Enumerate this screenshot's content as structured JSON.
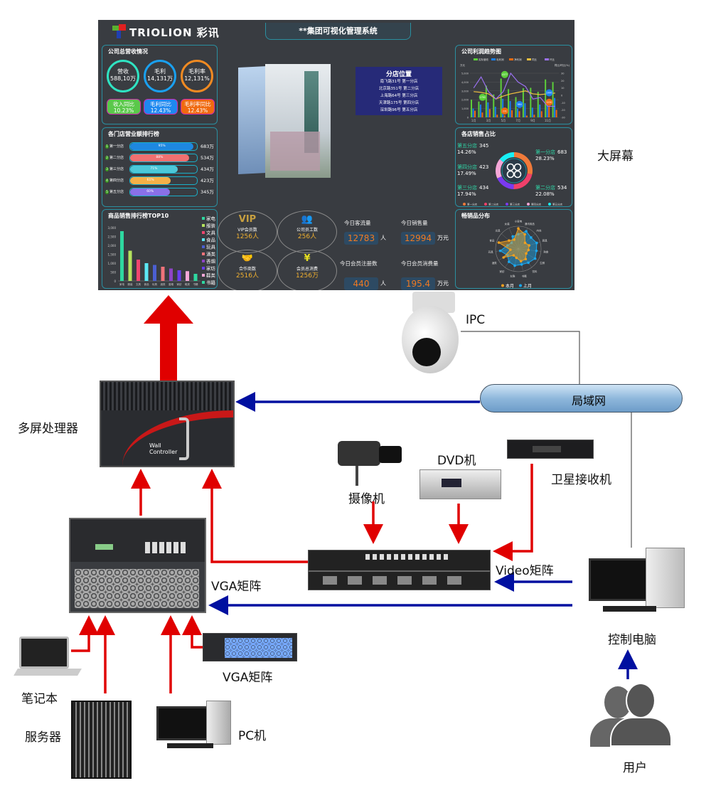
{
  "dashboard": {
    "brand": "TRIOLION 彩讯",
    "title": "**集团可视化管理系统",
    "revenue_panel": {
      "title": "公司总营收情况",
      "rings": [
        {
          "label": "营收",
          "value": "588,10万",
          "color": "#2fe3c2"
        },
        {
          "label": "毛利",
          "value": "14,131万",
          "color": "#1aa0f0"
        },
        {
          "label": "毛利率",
          "value": "12,131%",
          "color": "#f08a22"
        }
      ],
      "chips": [
        {
          "label": "收入同比",
          "value": "10.23%",
          "color": "#5ac84a"
        },
        {
          "label": "毛利同比",
          "value": "12.43%",
          "color": "#1e88f0"
        },
        {
          "label": "毛利率同比",
          "value": "12.43%",
          "color": "#f06a10"
        }
      ]
    },
    "store_rank": {
      "title": "各门店营业额排行榜",
      "rows": [
        {
          "no": "1",
          "store": "第一分店",
          "pct": 95,
          "pct_label": "95%",
          "value": "683万",
          "color": "#1e88e0"
        },
        {
          "no": "2",
          "store": "第二分店",
          "pct": 88,
          "pct_label": "88%",
          "value": "534万",
          "color": "#f07070"
        },
        {
          "no": "3",
          "store": "第三分店",
          "pct": 71,
          "pct_label": "71%",
          "value": "434万",
          "color": "#4cc8d8"
        },
        {
          "no": "4",
          "store": "第四分店",
          "pct": 61,
          "pct_label": "61%",
          "value": "423万",
          "color": "#f5b048"
        },
        {
          "no": "5",
          "store": "第五分店",
          "pct": 60,
          "pct_label": "60%",
          "value": "345万",
          "color": "#8a70e8"
        }
      ]
    },
    "top10": {
      "title": "商品销售排行榜TOP10",
      "yticks": [
        "3,000",
        "2,500",
        "2,000",
        "1,500",
        "1,000",
        "500",
        "0"
      ],
      "items": [
        {
          "name": "家电",
          "value": 2800,
          "color": "#2ed8a0"
        },
        {
          "name": "服装",
          "value": 1700,
          "color": "#b5e35d"
        },
        {
          "name": "文具",
          "value": 1200,
          "color": "#f0456e"
        },
        {
          "name": "食品",
          "value": 1000,
          "color": "#5ce8f5"
        },
        {
          "name": "玩具",
          "value": 900,
          "color": "#4b5fd1"
        },
        {
          "name": "酒类",
          "value": 800,
          "color": "#f0737a"
        },
        {
          "name": "香烟",
          "value": 700,
          "color": "#8e44c5"
        },
        {
          "name": "家纺",
          "value": 600,
          "color": "#6a3ef0"
        },
        {
          "name": "鞋类",
          "value": 550,
          "color": "#f5a7d8"
        },
        {
          "name": "书籍",
          "value": 400,
          "color": "#2ed8a0"
        }
      ]
    },
    "branches": {
      "title": "分店位置",
      "lines": [
        "南飞路31号 第一分店",
        "北京路351号 第二分店",
        "上海路64号 第三分店",
        "天津路175号 第四分店",
        "深圳路96号 第五分店"
      ]
    },
    "members": [
      {
        "label": "VIP会员数",
        "value": "1256人",
        "icon": "vip-icon"
      },
      {
        "label": "公司员工数",
        "value": "256人",
        "icon": "staff-icon"
      },
      {
        "label": "合作商数",
        "value": "2516人",
        "icon": "handshake-icon"
      },
      {
        "label": "会员总消费",
        "value": "1256万",
        "icon": "yen-coin-icon"
      }
    ],
    "stats": [
      {
        "label": "今日客流量",
        "value": "12783",
        "unit": "人"
      },
      {
        "label": "今日销售量",
        "value": "12994",
        "unit": "万元"
      },
      {
        "label": "今日会员注册数",
        "value": "440",
        "unit": "人"
      },
      {
        "label": "今日会员消费量",
        "value": "195.4",
        "unit": "万元"
      }
    ],
    "profit": {
      "title": "公司利润趋势图",
      "unit_left": "万元",
      "unit_right": "同比/环比(%)",
      "legend": [
        {
          "name": "实际营收",
          "color": "#5ccf3a"
        },
        {
          "name": "毛利润",
          "color": "#1a7ff0"
        },
        {
          "name": "净利润",
          "color": "#f06a10"
        },
        {
          "name": "同比",
          "color": "#f0c040"
        },
        {
          "name": "环比",
          "color": "#9a70f0"
        }
      ],
      "yticks_left": [
        "5,000",
        "4,000",
        "3,000",
        "2,000",
        "1,000",
        "0"
      ],
      "yticks_right": [
        "30",
        "20",
        "10",
        "0",
        "-10",
        "-20",
        "-30"
      ],
      "xticks": [
        "1月",
        "3月",
        "5月",
        "7月",
        "9月",
        "11月"
      ],
      "revenue": [
        2000,
        1800,
        3600,
        2600,
        4400,
        3200,
        2300,
        3300,
        3350,
        2900,
        4300,
        4000
      ],
      "gross": [
        1000,
        1450,
        1700,
        1200,
        2100,
        1850,
        1000,
        1600,
        1100,
        1450,
        2000,
        2200
      ],
      "net": [
        750,
        550,
        950,
        300,
        231,
        800,
        700,
        200,
        300,
        700,
        1230,
        850
      ],
      "yoy": [
        5,
        4,
        2,
        -5,
        -1,
        2,
        4,
        6,
        2,
        1,
        2,
        3
      ],
      "mom": [
        10,
        25,
        5,
        -5,
        5,
        30,
        18,
        12,
        -5,
        -3,
        -15,
        -15
      ],
      "pins": [
        "1790",
        "4377",
        "231",
        "980",
        "2300",
        "1230"
      ]
    },
    "share": {
      "title": "各店销售占比",
      "slices": [
        {
          "name": "第一分店",
          "value": "683",
          "pct": "28.23%",
          "color": "#f07a3a"
        },
        {
          "name": "第二分店",
          "value": "534",
          "pct": "22.08%",
          "color": "#f0406a"
        },
        {
          "name": "第三分店",
          "value": "434",
          "pct": "17.94%",
          "color": "#7a3af0"
        },
        {
          "name": "第四分店",
          "value": "423",
          "pct": "17.49%",
          "color": "#f5a7d8"
        },
        {
          "name": "第五分店",
          "value": "345",
          "pct": "14.26%",
          "color": "#18f0f5"
        }
      ]
    },
    "radar": {
      "title": "畅销品分布",
      "axes": [
        "小家电",
        "通讯用品",
        "内衣",
        "厨具",
        "熟食",
        "生鲜",
        "饮料",
        "书籍",
        "女鞋",
        "家纺",
        "酒类",
        "玩具",
        "食品",
        "文具",
        "女装"
      ],
      "legend": [
        "本月",
        "上月"
      ],
      "colors": [
        "#f0a020",
        "#1aa8f0"
      ],
      "this_month": [
        90,
        70,
        40,
        50,
        45,
        40,
        55,
        55,
        40,
        35,
        75,
        35,
        90,
        55,
        45
      ],
      "last_month": [
        65,
        85,
        75,
        85,
        80,
        85,
        75,
        70,
        75,
        70,
        55,
        80,
        50,
        40,
        60
      ]
    }
  },
  "diagram": {
    "big_screen": "大屏幕",
    "processor": "多屏处理器",
    "processor_brand": "Wall Controller",
    "ipc": "IPC",
    "lan": "局域网",
    "camera": "摄像机",
    "dvd": "DVD机",
    "satellite": "卫星接收机",
    "vga_matrix": "VGA矩阵",
    "video_matrix": "Video矩阵",
    "control_pc": "控制电脑",
    "user": "用户",
    "laptop": "笔记本",
    "server": "服务器",
    "pc": "PC机",
    "vga_matrix_small": "VGA矩阵",
    "colors": {
      "red": "#e00000",
      "blue": "#0010a0"
    }
  }
}
